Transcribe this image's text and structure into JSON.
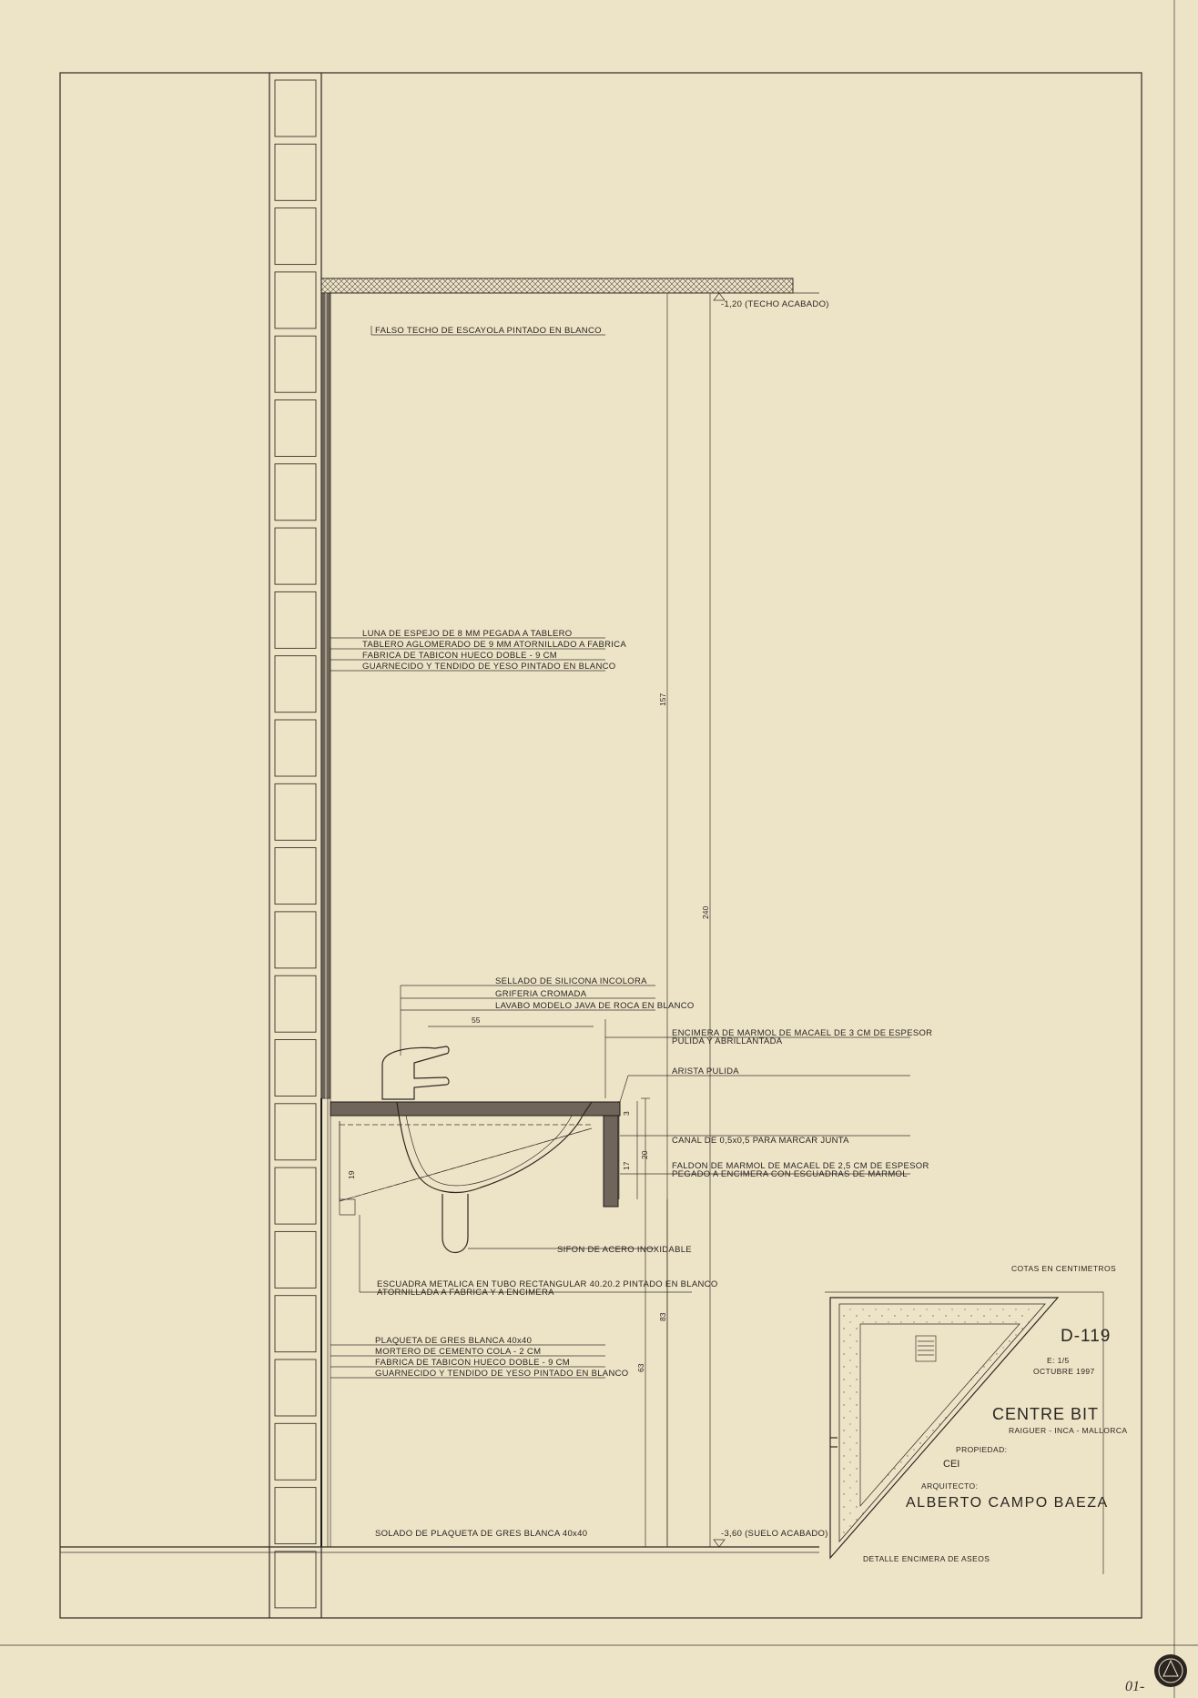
{
  "drawing": {
    "level_top": "-1,20 (TECHO ACABADO)",
    "level_bottom": "-3,60 (SUELO ACABADO)",
    "labels": {
      "ceiling": "FALSO TECHO DE ESCAYOLA PINTADO EN BLANCO",
      "wall_1": "LUNA DE ESPEJO DE 8 MM PEGADA A TABLERO",
      "wall_2": "TABLERO AGLOMERADO DE 9 MM ATORNILLADO A FABRICA",
      "wall_3": "FABRICA DE TABICON HUECO DOBLE - 9 CM",
      "wall_4": "GUARNECIDO Y TENDIDO DE YESO PINTADO EN BLANCO",
      "sealant": "SELLADO DE SILICONA INCOLORA",
      "tap": "GRIFERIA CROMADA",
      "basin": "LAVABO MODELO JAVA DE ROCA EN BLANCO",
      "counter_1": "ENCIMERA DE MARMOL DE MACAEL DE 3 CM DE ESPESOR",
      "counter_2": "PULIDA Y ABRILLANTADA",
      "edge": "ARISTA PULIDA",
      "groove": "CANAL DE 0,5x0,5 PARA MARCAR JUNTA",
      "apron_1": "FALDON DE MARMOL DE MACAEL DE 2,5 CM DE ESPESOR",
      "apron_2": "PEGADO A ENCIMERA CON ESCUADRAS DE MARMOL",
      "siphon": "SIFON DE ACERO INOXIDABLE",
      "bracket_1": "ESCUADRA METALICA EN TUBO RECTANGULAR 40.20.2 PINTADO EN BLANCO",
      "bracket_2": "ATORNILLADA A FABRICA Y A ENCIMERA",
      "lower_1": "PLAQUETA DE GRES BLANCA 40x40",
      "lower_2": "MORTERO DE CEMENTO COLA - 2 CM",
      "lower_3": "FABRICA DE TABICON HUECO DOBLE - 9 CM",
      "lower_4": "GUARNECIDO Y TENDIDO DE YESO PINTADO EN BLANCO",
      "floor": "SOLADO DE PLAQUETA DE GRES BLANCA 40x40"
    },
    "dimensions": {
      "d157": "157",
      "d240": "240",
      "d55": "55",
      "d3": "3",
      "d17": "17",
      "d20": "20",
      "d19": "19",
      "d83": "83",
      "d63": "63"
    }
  },
  "title_block": {
    "units_note": "COTAS EN CENTIMETROS",
    "code": "D-119",
    "scale": "E: 1/5",
    "date": "OCTUBRE 1997",
    "project": "CENTRE BIT",
    "location": "RAIGUER - INCA - MALLORCA",
    "owner_label": "PROPIEDAD:",
    "owner": "CEI",
    "architect_label": "ARQUITECTO:",
    "architect": "ALBERTO CAMPO BAEZA",
    "sheet_title": "DETALLE ENCIMERA DE ASEOS"
  },
  "margin_note": "01-"
}
